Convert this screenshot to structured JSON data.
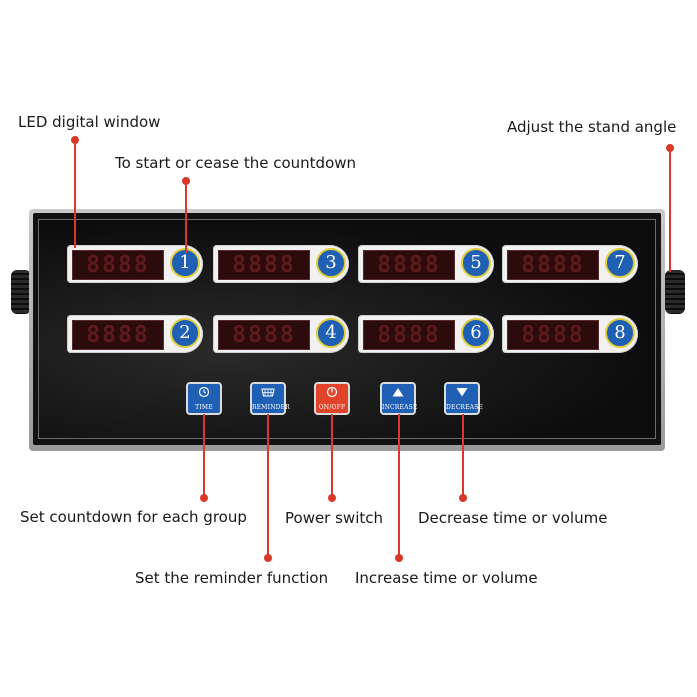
{
  "annotations": {
    "led_window": "LED digital window",
    "start_cease": "To start or cease the countdown",
    "stand_angle": "Adjust the stand angle",
    "set_countdown": "Set countdown for each group",
    "power_switch": "Power switch",
    "decrease": "Decrease time or volume",
    "reminder": "Set the reminder function",
    "increase": "Increase time or volume"
  },
  "displays": [
    {
      "digits": "8888",
      "button": "1"
    },
    {
      "digits": "8888",
      "button": "2"
    },
    {
      "digits": "8888",
      "button": "3"
    },
    {
      "digits": "8888",
      "button": "4"
    },
    {
      "digits": "8888",
      "button": "5"
    },
    {
      "digits": "8888",
      "button": "6"
    },
    {
      "digits": "8888",
      "button": "7"
    },
    {
      "digits": "8888",
      "button": "8"
    }
  ],
  "controls": {
    "time": "TIME",
    "reminder": "REMINDER",
    "onoff": "ON/OFF",
    "increase": "INCREASE",
    "decrease": "DECREASE"
  },
  "colors": {
    "leader": "#d9392b",
    "button_blue": "#1f5fb4",
    "button_red": "#e0452b",
    "button_ring": "#e1cc3a"
  },
  "icons": {
    "time": "clock-icon",
    "reminder": "basket-icon",
    "onoff": "power-icon",
    "increase": "triangle-up-icon",
    "decrease": "triangle-down-icon"
  }
}
